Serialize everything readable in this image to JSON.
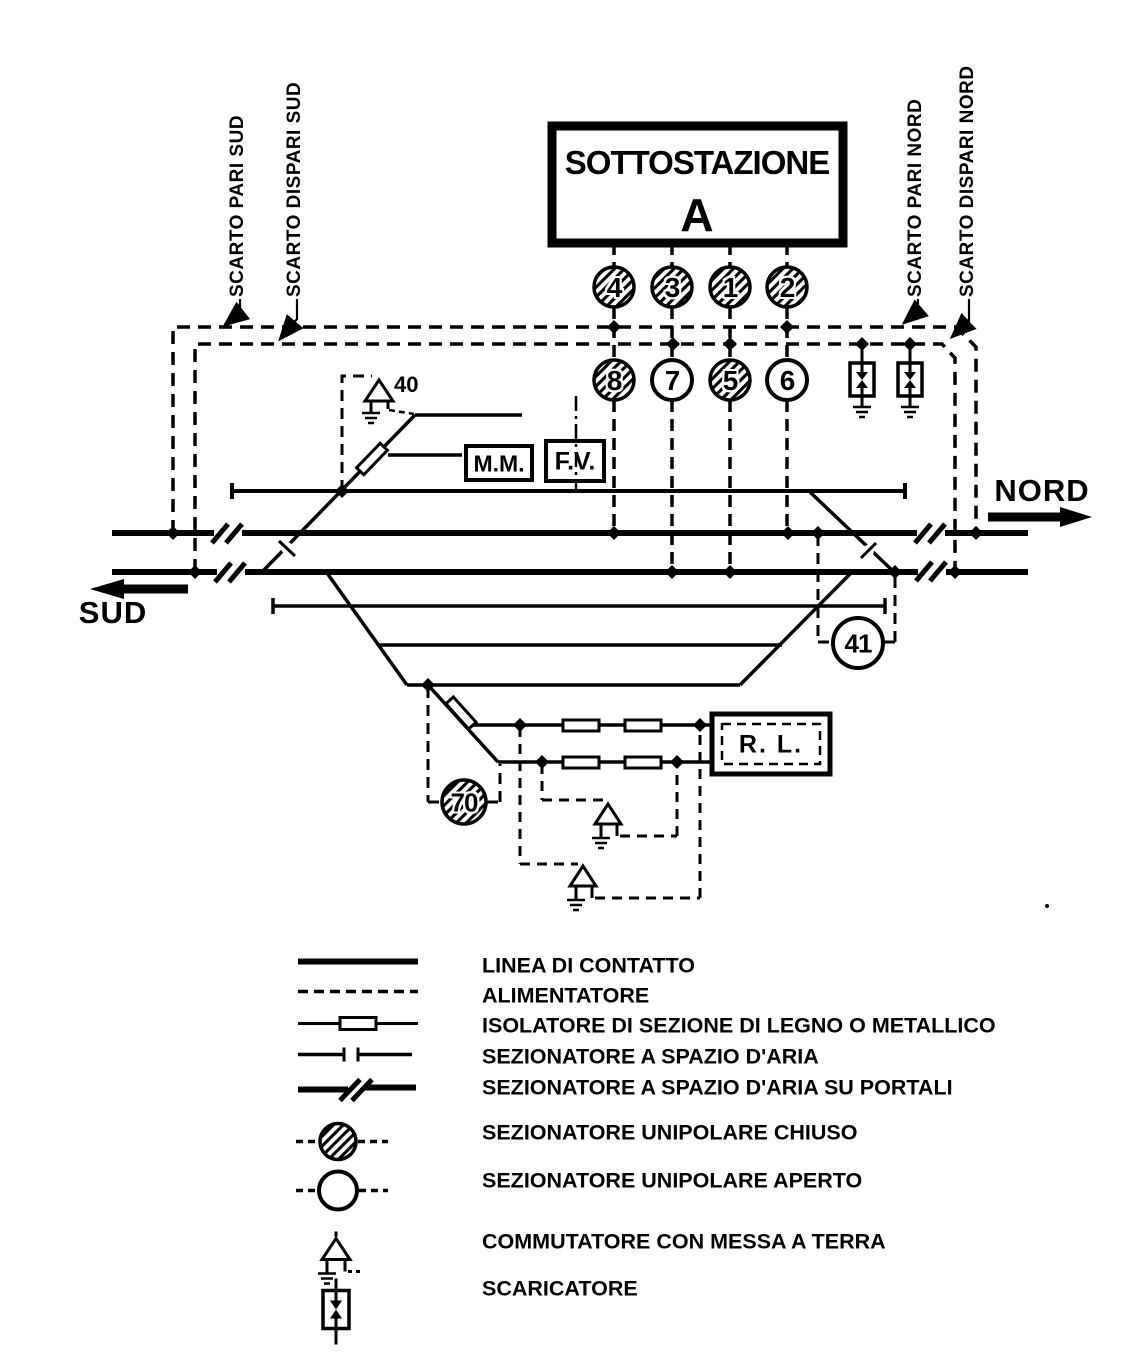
{
  "diagram": {
    "substation": {
      "name": "SOTTOSTAZIONE",
      "unit": "A"
    },
    "direction_nord": "NORD",
    "direction_sud": "SUD",
    "feeders": {
      "scarto_pari_sud": "SCARTO PARI SUD",
      "scarto_dispari_sud": "SCARTO DISPARI SUD",
      "scarto_pari_nord": "SCARTO PARI NORD",
      "scarto_dispari_nord": "SCARTO DISPARI NORD"
    },
    "switches": {
      "n1": "1",
      "n2": "2",
      "n3": "3",
      "n4": "4",
      "n5": "5",
      "n6": "6",
      "n7": "7",
      "n8": "8",
      "n40": "40",
      "n41": "41",
      "n70": "70"
    },
    "labels": {
      "mm": "M.M.",
      "fv": "F.V.",
      "rl": "R. L."
    }
  },
  "legend": {
    "items": [
      {
        "symbol": "linea-di-contatto",
        "label": "LINEA DI CONTATTO"
      },
      {
        "symbol": "alimentatore",
        "label": "ALIMENTATORE"
      },
      {
        "symbol": "isolatore-di-sezione",
        "label": "ISOLATORE DI SEZIONE DI LEGNO O METALLICO"
      },
      {
        "symbol": "sezionatore-spazio-aria",
        "label": "SEZIONATORE A SPAZIO D'ARIA"
      },
      {
        "symbol": "sezionatore-spazio-aria-portali",
        "label": "SEZIONATORE A SPAZIO D'ARIA SU PORTALI"
      },
      {
        "symbol": "sezionatore-unipolare-chiuso",
        "label": "SEZIONATORE UNIPOLARE CHIUSO"
      },
      {
        "symbol": "sezionatore-unipolare-aperto",
        "label": "SEZIONATORE UNIPOLARE APERTO"
      },
      {
        "symbol": "commutatore-messa-terra",
        "label": "COMMUTATORE CON MESSA A TERRA"
      },
      {
        "symbol": "scaricatore",
        "label": "SCARICATORE"
      }
    ]
  },
  "colors": {
    "ink": "#000000",
    "paper": "#ffffff"
  }
}
